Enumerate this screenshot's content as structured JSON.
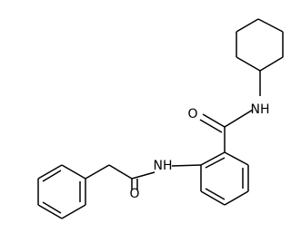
{
  "molecule": {
    "atoms": {
      "amide_nh_right": "NH",
      "amide_o_right": "O",
      "amide_nh_left": "NH",
      "amide_o_left": "O"
    },
    "colors": {
      "ink": "#000000",
      "background": "#ffffff"
    }
  }
}
